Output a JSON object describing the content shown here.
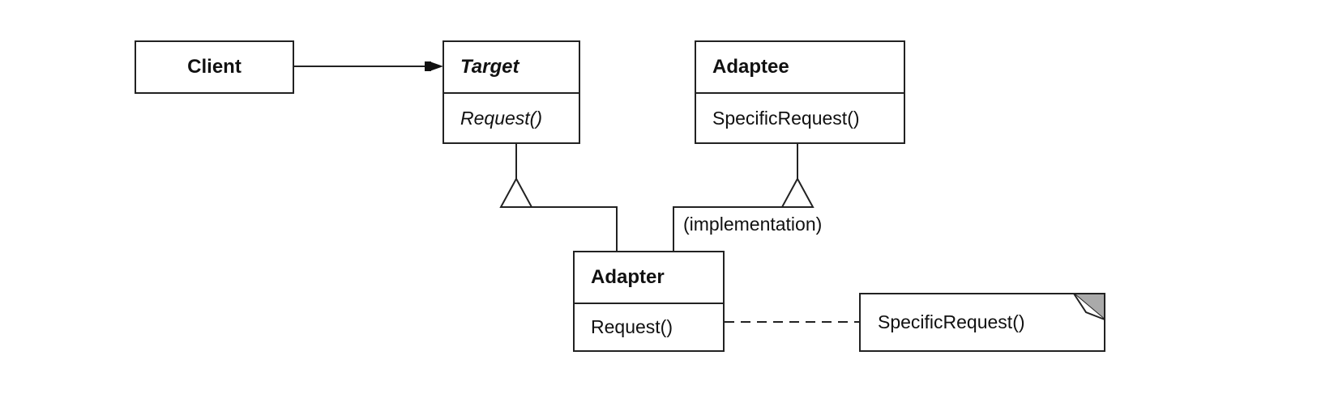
{
  "diagram": {
    "client": {
      "name": "Client"
    },
    "target": {
      "name": "Target",
      "operation": "Request()"
    },
    "adaptee": {
      "name": "Adaptee",
      "operation": "SpecificRequest()"
    },
    "adapter": {
      "name": "Adapter",
      "operation": "Request()"
    },
    "implementation_label": "(implementation)",
    "note": {
      "text": "SpecificRequest()"
    },
    "colors": {
      "line": "#222222",
      "note_fold": "#aaaaaa",
      "background": "#ffffff"
    }
  }
}
